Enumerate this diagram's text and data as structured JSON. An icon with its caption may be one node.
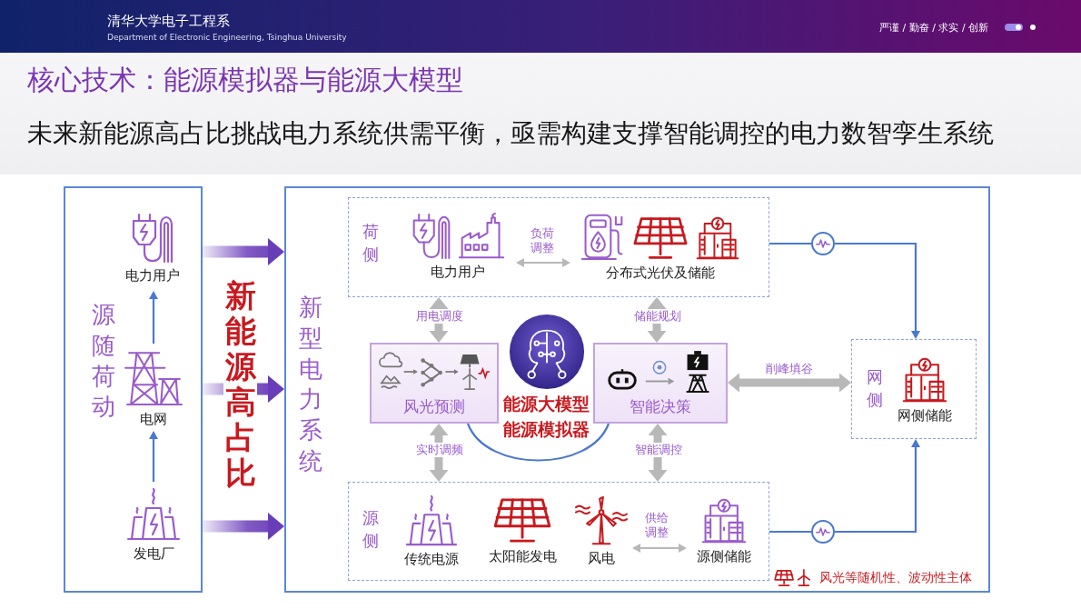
{
  "diagram": {
    "title": "核心技术：能源模拟器与能源大模型",
    "nodes": [
      {
        "text": [
          "源随荷动"
        ]
      },
      {
        "text": [
          "电力用户"
        ],
        "in": 0
      },
      {
        "text": [
          "电网"
        ],
        "in": 0
      },
      {
        "text": [
          "发电厂"
        ],
        "in": 0
      },
      {
        "text": [
          "新型电力系统"
        ]
      },
      {
        "text": [
          "荷侧"
        ],
        "in": 4
      },
      {
        "text": [
          "电力用户"
        ],
        "in": 5
      },
      {
        "text": [
          "分布式光伏及储能"
        ],
        "in": 5
      },
      {
        "text": [],
        "shape": "circle",
        "in": 4
      },
      {
        "text": [
          "风光预测"
        ],
        "in": 4
      },
      {
        "text": [
          "能源大模型",
          "能源模拟器"
        ],
        "in": 4
      },
      {
        "text": [
          "智能决策"
        ],
        "in": 4
      },
      {
        "text": [
          "网侧"
        ],
        "in": 4
      },
      {
        "text": [
          "网侧储能"
        ],
        "in": 12
      },
      {
        "text": [
          "源侧"
        ],
        "in": 4
      },
      {
        "text": [
          "传统电源"
        ],
        "in": 14
      },
      {
        "text": [
          "太阳能发电"
        ],
        "in": 14
      },
      {
        "text": [
          "风电"
        ],
        "in": 14
      },
      {
        "text": [
          "源侧储能"
        ],
        "in": 14
      },
      {
        "text": [],
        "shape": "circle",
        "in": 4
      }
    ],
    "edges": [
      {
        "from": 3,
        "to": 2,
        "arrow": "to"
      },
      {
        "from": 2,
        "to": 1,
        "arrow": "to"
      },
      {
        "from": 0,
        "to": 4,
        "arrow": "to",
        "style": "thick",
        "color": "#6a3db8"
      },
      {
        "from": 0,
        "to": 4,
        "arrow": "to",
        "label": "新能源高占比",
        "style": "thick",
        "color": "#6a3db8"
      },
      {
        "from": 0,
        "to": 4,
        "arrow": "to",
        "style": "thick",
        "color": "#6a3db8"
      },
      {
        "from": 6,
        "to": 7,
        "arrow": "both",
        "label": "负荷调整",
        "color": "#b8b8b8"
      },
      {
        "from": 5,
        "to": 8,
        "arrow": "none"
      },
      {
        "from": 8,
        "to": 12,
        "arrow": "to"
      },
      {
        "from": 5,
        "to": 9,
        "arrow": "both",
        "label": "用电调度",
        "style": "thick",
        "color": "#b8b8b8"
      },
      {
        "from": 5,
        "to": 11,
        "arrow": "both",
        "label": "储能规划",
        "style": "thick",
        "color": "#b8b8b8"
      },
      {
        "from": 9,
        "to": 11,
        "arrow": "none"
      },
      {
        "from": 11,
        "to": 12,
        "arrow": "both",
        "label": "削峰填谷",
        "style": "thick",
        "color": "#b8b8b8"
      },
      {
        "from": 9,
        "to": 14,
        "arrow": "both",
        "label": "实时调频",
        "style": "thick",
        "color": "#b8b8b8"
      },
      {
        "from": 11,
        "to": 14,
        "arrow": "both",
        "label": "智能调控",
        "style": "thick",
        "color": "#b8b8b8"
      },
      {
        "from": 17,
        "to": 18,
        "arrow": "both",
        "label": "供给调整",
        "color": "#b8b8b8"
      },
      {
        "from": 14,
        "to": 19,
        "arrow": "none"
      },
      {
        "from": 19,
        "to": 12,
        "arrow": "to"
      }
    ],
    "labels": [
      "清华大学电子工程系",
      "Department of Electronic Engineering, Tsinghua University",
      "严谨 / 勤奋 / 求实 / 创新",
      "未来新能源高占比挑战电力系统供需平衡，亟需构建支撑智能调控的电力数智孪生系统"
    ],
    "legend": [
      {
        "text": "风光等随机性、波动性主体"
      }
    ]
  }
}
